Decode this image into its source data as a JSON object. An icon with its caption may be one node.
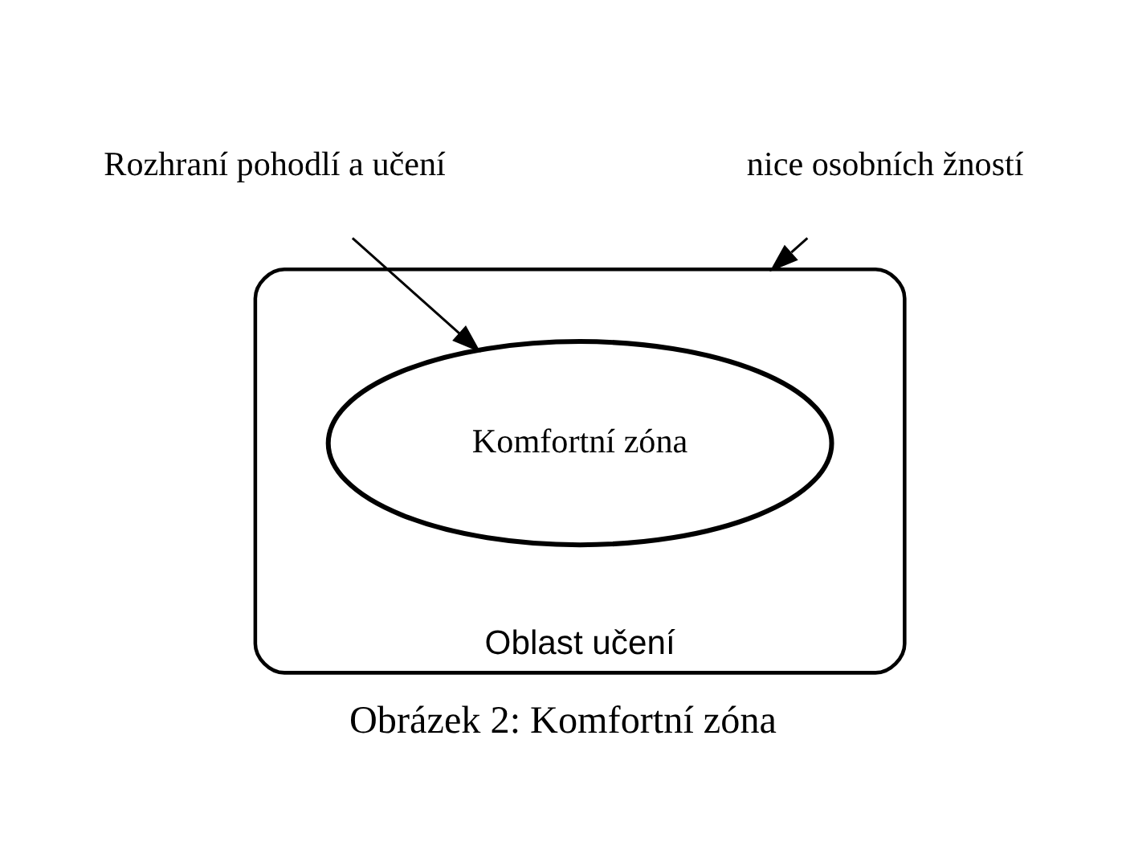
{
  "diagram": {
    "caption": "Obrázek 2: Komfortní zóna",
    "nodes": [
      {
        "text": [
          "Oblast učení"
        ]
      },
      {
        "text": [
          "Komfortní zóna"
        ],
        "in": 0
      },
      {
        "text": [
          "Rozhraní pohodlí a učení"
        ]
      },
      {
        "text": [
          "nice osobních žností"
        ]
      }
    ],
    "edges": [
      {
        "from": 2,
        "to": 1,
        "arrow": "to"
      },
      {
        "from": 3,
        "to": 0,
        "arrow": "to"
      }
    ]
  }
}
